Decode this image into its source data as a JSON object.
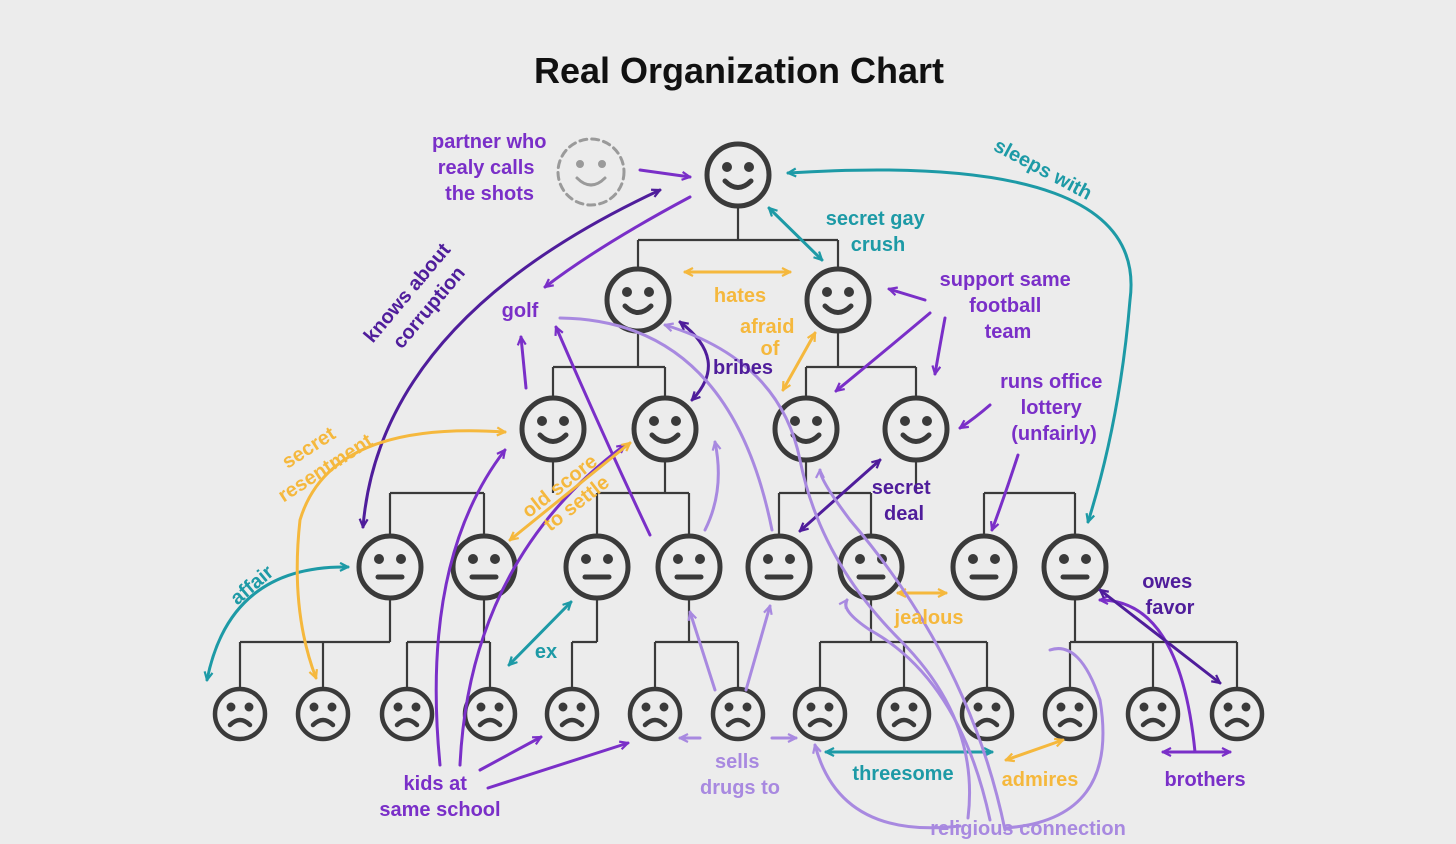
{
  "title": "Real Organization Chart",
  "colors": {
    "background": "#ececec",
    "ink": "#3a3a3a",
    "purple": "#7a2fc8",
    "dark_purple": "#4f1d9b",
    "lavender": "#a889e0",
    "teal": "#1d9aa6",
    "orange": "#f5b83d"
  },
  "faces": {
    "partner": "smile-dashed-icon",
    "level0": "smile-icon",
    "level1": "smile-icon",
    "level2": "smile-icon",
    "level3": "neutral-face-icon",
    "level4": "sad-face-icon"
  },
  "labels": {
    "partner": [
      "partner who",
      "realy calls",
      "the shots"
    ],
    "sleeps_with": "sleeps with",
    "secret_gay_crush": [
      "secret gay",
      "crush"
    ],
    "knows_about_corruption": [
      "knows about",
      "corruption"
    ],
    "golf": "golf",
    "hates": "hates",
    "afraid_of": [
      "afraid",
      "of"
    ],
    "bribes": "bribes",
    "support_football": [
      "support same",
      "football",
      "team"
    ],
    "runs_lottery": [
      "runs office",
      "lottery",
      "(unfairly)"
    ],
    "secret_resentment": [
      "secret",
      "resentment"
    ],
    "old_score": [
      "old score",
      "to settle"
    ],
    "secret_deal": [
      "secret",
      "deal"
    ],
    "affair": "affair",
    "ex": "ex",
    "jealous": "jealous",
    "owes_favor": [
      "owes",
      "favor"
    ],
    "kids_school": [
      "kids at",
      "same school"
    ],
    "sells_drugs": [
      "sells",
      "drugs to"
    ],
    "threesome": "threesome",
    "admires": "admires",
    "brothers": "brothers",
    "religious": "religious connection"
  }
}
